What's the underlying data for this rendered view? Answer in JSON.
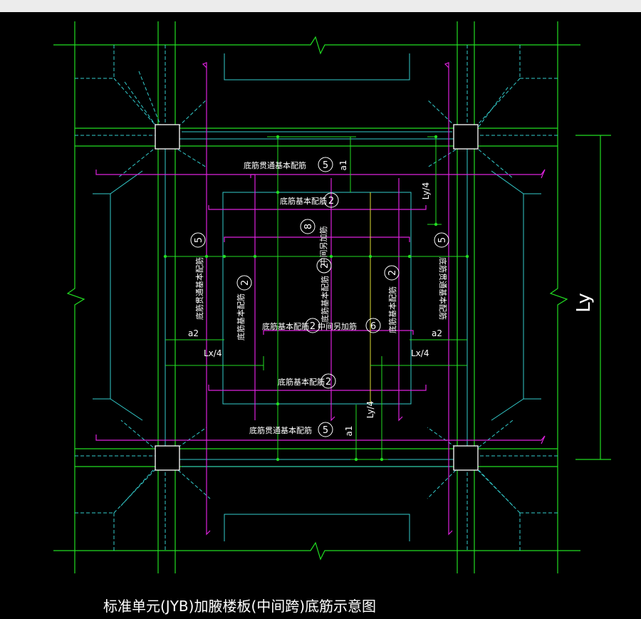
{
  "caption": "标准单元(JYB)加腋楼板(中间跨)底筋示意图",
  "labels": {
    "through_basic": "底筋贯通基本配筋",
    "basic": "底筋基本配筋",
    "mid_extra": "中间另加筋",
    "basic_plus_mid": "2+中间另加筋",
    "basic_mid": "底筋基本配筋"
  },
  "markers": {
    "n2": "2",
    "n5": "5",
    "n6": "6",
    "n8": "8"
  },
  "dims": {
    "ly": "Ly",
    "ly4": "Ly/4",
    "lx4": "Lx/4",
    "a1": "a1",
    "a2": "a2"
  },
  "colors": {
    "green": "#22dd22",
    "cyan": "#33cccc",
    "magenta": "#dd22dd",
    "white": "#ffffff",
    "yellow": "#dddd33"
  }
}
